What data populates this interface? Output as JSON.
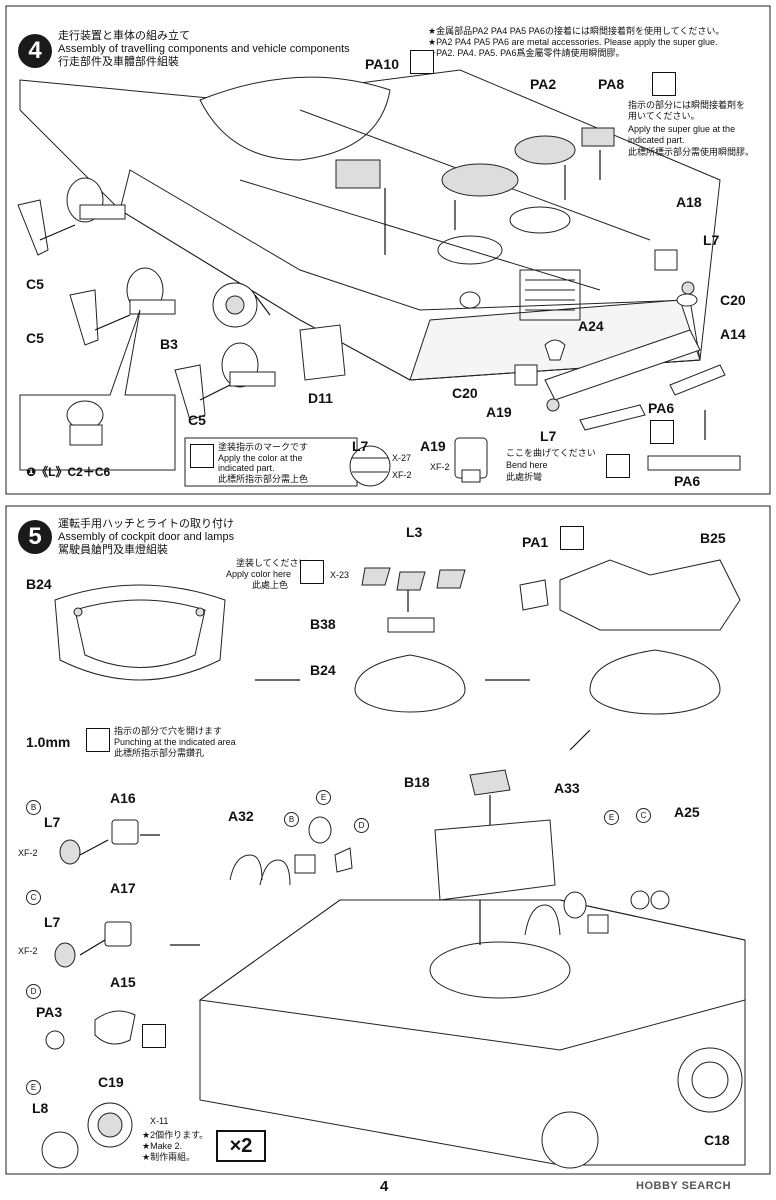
{
  "page_number": "4",
  "watermark": "HOBBY SEARCH",
  "step4": {
    "number": "4",
    "title_jp": "走行装置と車体の組み立て",
    "title_en": "Assembly of travelling components and vehicle components",
    "title_cn": "行走部件及車體部件組裝",
    "top_note_jp": "★金属部品PA2 PA4 PA5 PA6の接着には瞬間接着剤を使用してください。",
    "top_note_en": "★PA2 PA4 PA5 PA6 are metal accessories. Please apply the super glue.",
    "top_note_cn": "★PA2. PA4. PA5. PA6爲金屬零件請使用瞬間膠。",
    "glue_note_jp_1": "指示の部分には瞬間接着剤を",
    "glue_note_jp_2": "用いてください。",
    "glue_note_en_1": "Apply the super glue at the",
    "glue_note_en_2": "indicated part.",
    "glue_note_cn": "此標所標示部分需使用瞬間膠。",
    "labels": {
      "pa10": "PA10",
      "pa2": "PA2",
      "pa8": "PA8",
      "a18": "A18",
      "l7a": "L7",
      "c20a": "C20",
      "a24": "A24",
      "a14": "A14",
      "c20b": "C20",
      "a19": "A19",
      "l7b": "L7",
      "pa6": "PA6",
      "c5a": "C5",
      "c5b": "C5",
      "b3": "B3",
      "c5c": "C5",
      "d11": "D11",
      "l7c": "L7",
      "a19b": "A19",
      "pa6b": "PA6"
    },
    "inset_label": "❶《L》C2＋C6",
    "paint_note_jp": "塗装指示のマークです",
    "paint_note_en_1": "Apply the color at the",
    "paint_note_en_2": "indicated part.",
    "paint_note_cn": "此標所指示部分需上色",
    "l7_color_1": "X-27",
    "l7_color_2": "XF-2",
    "a19_color": "XF-2",
    "bend_note_jp": "ここを曲げてください",
    "bend_note_en_1": "Bend here",
    "bend_note_cn": "此處折彎"
  },
  "step5": {
    "number": "5",
    "title_jp": "運転手用ハッチとライトの取り付け",
    "title_en": "Assembly of cockpit door and lamps",
    "title_cn": "駕駛員艙門及車燈組裝",
    "paint_jp": "塗装してください",
    "paint_en": "Apply color here",
    "paint_cn": "此處上色",
    "paint_color": "X-23",
    "drill_size": "1.0mm",
    "drill_jp": "指示の部分で穴を開けます",
    "drill_en": "Punching at the indicated area",
    "drill_cn": "此標所指示部分需鑽孔",
    "labels": {
      "b24a": "B24",
      "l3": "L3",
      "b38": "B38",
      "b24b": "B24",
      "pa1": "PA1",
      "b25": "B25",
      "b18": "B18",
      "a33": "A33",
      "a16": "A16",
      "l7a": "L7",
      "a17": "A17",
      "l7b": "L7",
      "a32": "A32",
      "a25": "A25",
      "a15": "A15",
      "pa3": "PA3",
      "c19": "C19",
      "l8": "L8",
      "c18": "C18"
    },
    "sub_letters": {
      "b": "B",
      "c": "C",
      "d": "D",
      "e": "E"
    },
    "color_xf2": "XF-2",
    "color_x11": "X-11",
    "make2_jp": "★2個作ります。",
    "make2_en": "★Make 2.",
    "make2_cn": "★制作兩組。",
    "x2": "×2"
  }
}
